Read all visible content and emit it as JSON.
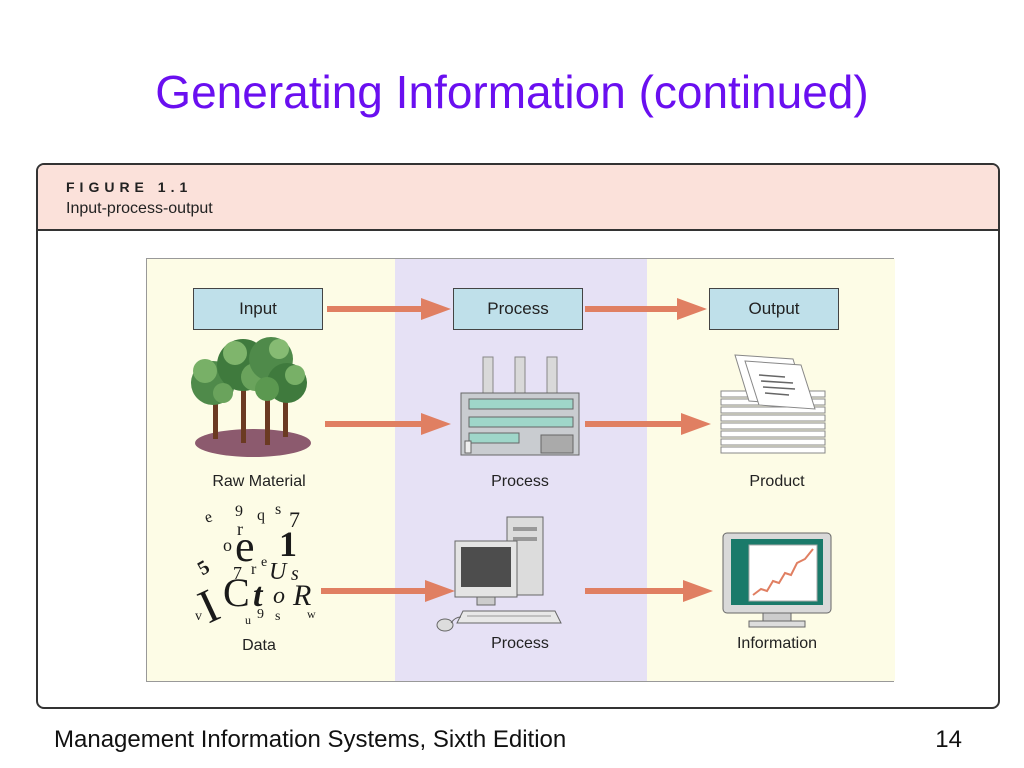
{
  "title": "Generating Information (continued)",
  "figure": {
    "number": "FIGURE 1.1",
    "caption": "Input-process-output"
  },
  "diagram": {
    "headers": {
      "input": "Input",
      "process": "Process",
      "output": "Output"
    },
    "row1": {
      "left_caption": "Raw Material",
      "mid_caption": "Process",
      "right_caption": "Product",
      "left_icon": "trees-icon",
      "mid_icon": "factory-icon",
      "right_icon": "paper-stack-icon"
    },
    "row2": {
      "left_caption": "Data",
      "mid_caption": "Process",
      "right_caption": "Information",
      "left_icon": "scattered-characters-icon",
      "mid_icon": "computer-icon",
      "right_icon": "chart-monitor-icon",
      "characters": [
        "e",
        "9",
        "q",
        "s",
        "7",
        "r",
        "o",
        "e",
        "1",
        "5",
        "7",
        "r",
        "e",
        "U",
        "s",
        "I",
        "C",
        "t",
        "o",
        "R",
        "9",
        "s",
        "w",
        "u",
        "v"
      ]
    },
    "colors": {
      "arrow": "#e07f62",
      "header_box": "#bfe0ea",
      "process_zone": "#e6e1f5",
      "side_zone": "#fdfce6"
    }
  },
  "footer": {
    "left": "Management Information Systems, Sixth Edition",
    "page": "14"
  }
}
